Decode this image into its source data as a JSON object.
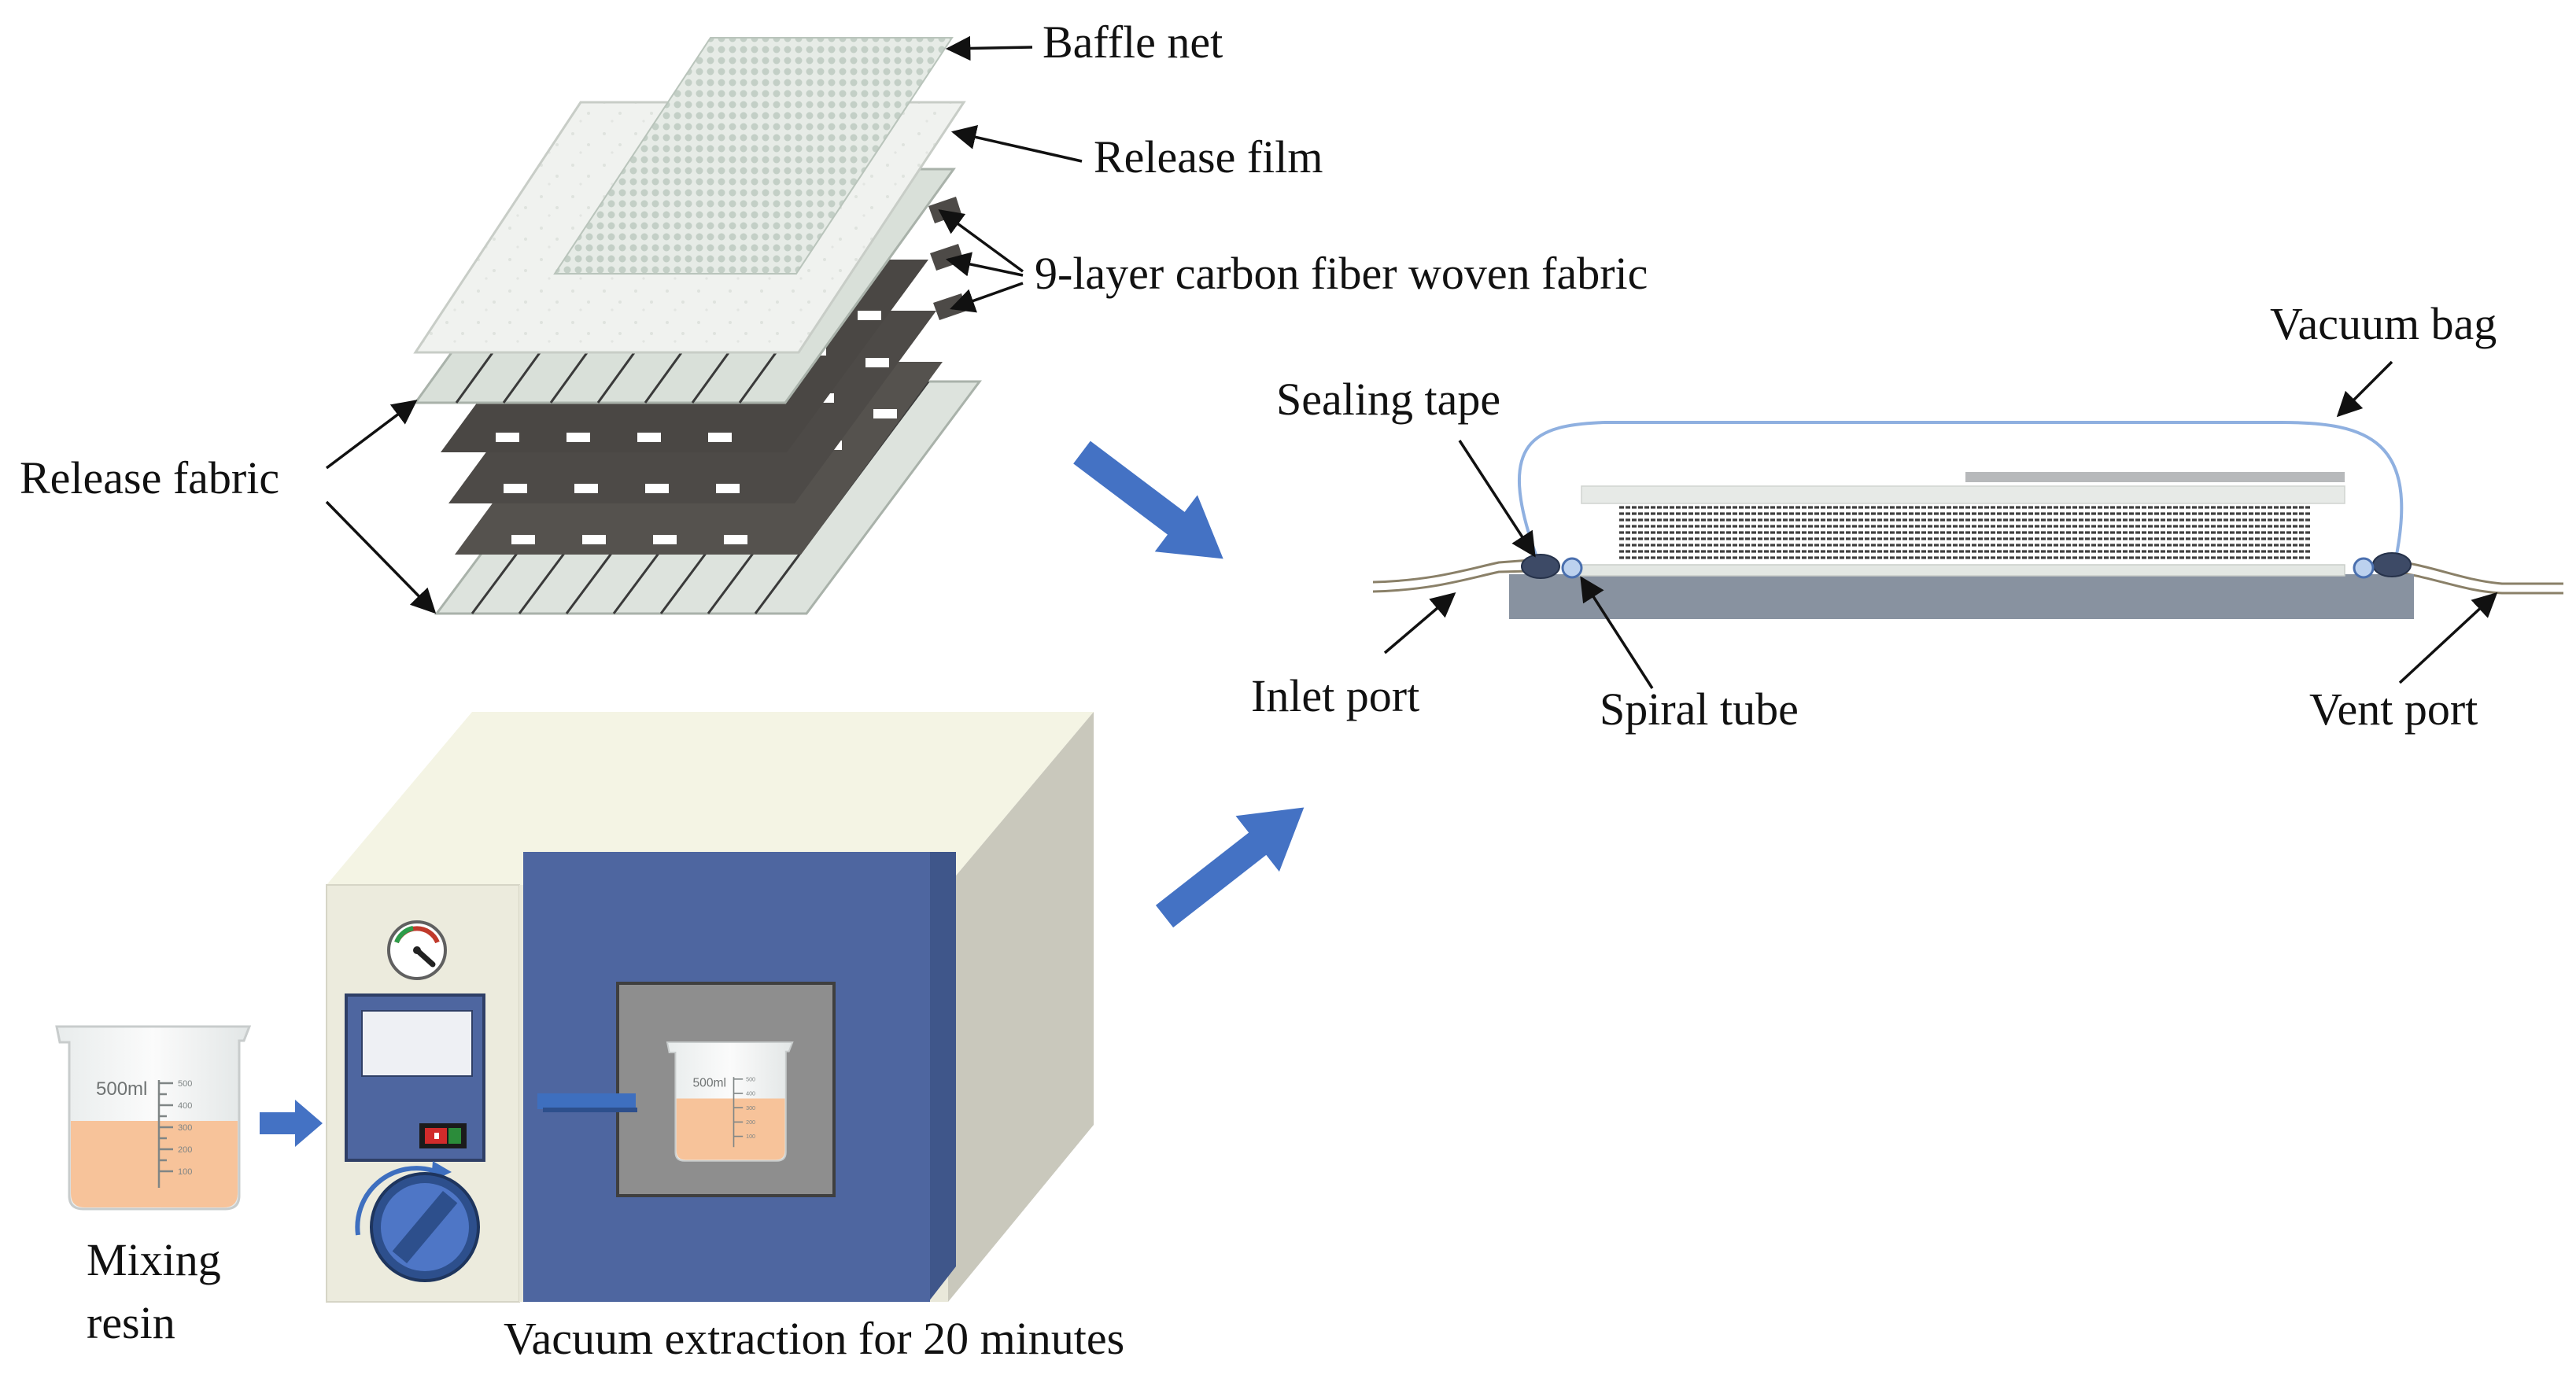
{
  "labels": {
    "baffle_net": "Baffle net",
    "release_film": "Release film",
    "carbon_fabric": "9-layer carbon fiber woven fabric",
    "release_fabric": "Release fabric",
    "vacuum_bag": "Vacuum bag",
    "sealing_tape": "Sealing tape",
    "inlet_port": "Inlet port",
    "spiral_tube": "Spiral tube",
    "vent_port": "Vent port",
    "mixing_resin_1": "Mixing",
    "mixing_resin_2": "resin",
    "vacuum_extraction": "Vacuum extraction for 20 minutes"
  },
  "beaker": {
    "volume_label": "500ml",
    "scale_ticks": [
      "500",
      "400",
      "300",
      "200",
      "100"
    ]
  },
  "colors": {
    "arrow_blue": "#4472c4",
    "oven_door": "#4e66a0",
    "oven_side": "#c9c8bc",
    "oven_panel": "#ecebdd",
    "resin": "#f7c39a",
    "carbon": "#4d4a47",
    "mold": "#8892a0",
    "bag": "#8fb0e0"
  }
}
